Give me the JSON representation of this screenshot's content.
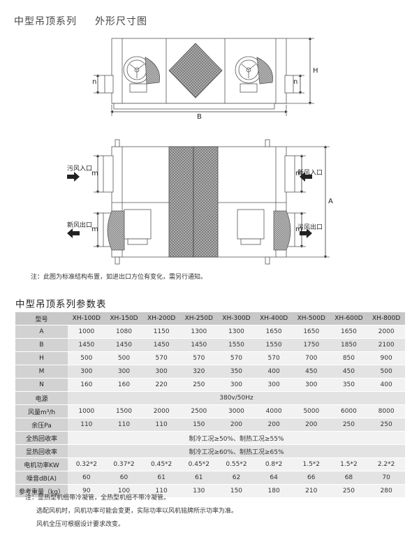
{
  "title": {
    "series": "中型吊顶系列",
    "drawing": "外形尺寸图"
  },
  "diagram": {
    "dim_n": "n",
    "dim_H": "H",
    "dim_B": "B",
    "dim_A": "A",
    "dim_m": "m",
    "dirty_air_inlet": "污风入口",
    "fresh_air_inlet": "新风入口",
    "fresh_air_outlet": "新风出口",
    "dirty_air_outlet": "污风出口"
  },
  "note1": "注：此图为标准结构布置，如进出口方位有变化，需另行通知。",
  "table_title": "中型吊顶系列参数表",
  "table": {
    "header": [
      "型号",
      "XH-100D",
      "XH-150D",
      "XH-200D",
      "XH-250D",
      "XH-300D",
      "XH-400D",
      "XH-500D",
      "XH-600D",
      "XH-800D"
    ],
    "rows": [
      {
        "label": "A",
        "cells": [
          "1000",
          "1080",
          "1150",
          "1300",
          "1300",
          "1650",
          "1650",
          "1650",
          "2000"
        ]
      },
      {
        "label": "B",
        "cells": [
          "1450",
          "1450",
          "1450",
          "1450",
          "1550",
          "1550",
          "1750",
          "1850",
          "2100"
        ]
      },
      {
        "label": "H",
        "cells": [
          "500",
          "500",
          "570",
          "570",
          "570",
          "570",
          "700",
          "850",
          "900"
        ]
      },
      {
        "label": "M",
        "cells": [
          "300",
          "300",
          "300",
          "320",
          "350",
          "400",
          "450",
          "450",
          "500"
        ]
      },
      {
        "label": "N",
        "cells": [
          "160",
          "160",
          "220",
          "250",
          "300",
          "300",
          "300",
          "350",
          "400"
        ]
      },
      {
        "label": "电源",
        "span": "380v/50Hz"
      },
      {
        "label": "风量m³/h",
        "cells": [
          "1000",
          "1500",
          "2000",
          "2500",
          "3000",
          "4000",
          "5000",
          "6000",
          "8000"
        ]
      },
      {
        "label": "余压Pa",
        "cells": [
          "110",
          "110",
          "110",
          "150",
          "200",
          "200",
          "200",
          "250",
          "250"
        ]
      },
      {
        "label": "全热回收率",
        "span": "制冷工况≥50%、制热工况≥55%"
      },
      {
        "label": "显热回收率",
        "span": "制冷工况≥60%、制热工况≥65%"
      },
      {
        "label": "电机功率KW",
        "cells": [
          "0.32*2",
          "0.37*2",
          "0.45*2",
          "0.45*2",
          "0.55*2",
          "0.8*2",
          "1.5*2",
          "1.5*2",
          "2.2*2"
        ]
      },
      {
        "label": "噪音dB(A)",
        "cells": [
          "60",
          "60",
          "61",
          "61",
          "62",
          "64",
          "66",
          "68",
          "70"
        ]
      },
      {
        "label": "参考重量（kg）",
        "cells": [
          "90",
          "100",
          "110",
          "130",
          "150",
          "180",
          "210",
          "250",
          "280"
        ]
      }
    ]
  },
  "notes": [
    "注：显热型机组带冷凝管，全热型机组不带冷凝管。",
    "选配风机时，风机功率可能会变更，实际功率以风机铭牌所示功率为准。",
    "风机全压可根据设计要求改变。"
  ]
}
